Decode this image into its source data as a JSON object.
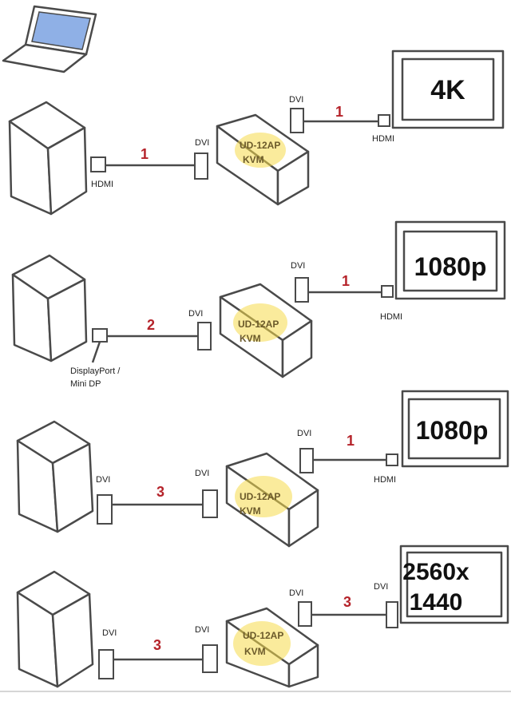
{
  "rows": [
    {
      "pc_port_label": "HDMI",
      "pc_port_label_line2": "",
      "kvm_in_label": "DVI",
      "cable_in_number": "1",
      "kvm_out_label": "DVI",
      "cable_out_number": "1",
      "monitor_port_label": "HDMI",
      "monitor_resolution": "4K",
      "monitor_resolution_line2": "",
      "kvm_label_line1": "UD-12AP",
      "kvm_label_line2": "KVM"
    },
    {
      "pc_port_label": "DisplayPort /",
      "pc_port_label_line2": "Mini DP",
      "kvm_in_label": "DVI",
      "cable_in_number": "2",
      "kvm_out_label": "DVI",
      "cable_out_number": "1",
      "monitor_port_label": "HDMI",
      "monitor_resolution": "1080p",
      "monitor_resolution_line2": "",
      "kvm_label_line1": "UD-12AP",
      "kvm_label_line2": "KVM"
    },
    {
      "pc_port_label": "DVI",
      "pc_port_label_line2": "",
      "kvm_in_label": "DVI",
      "cable_in_number": "3",
      "kvm_out_label": "DVI",
      "cable_out_number": "1",
      "monitor_port_label": "HDMI",
      "monitor_resolution": "1080p",
      "monitor_resolution_line2": "",
      "kvm_label_line1": "UD-12AP",
      "kvm_label_line2": "KVM"
    },
    {
      "pc_port_label": "DVI",
      "pc_port_label_line2": "",
      "kvm_in_label": "DVI",
      "cable_in_number": "3",
      "kvm_out_label": "DVI",
      "cable_out_number": "3",
      "monitor_port_label": "DVI",
      "monitor_resolution": "2560x",
      "monitor_resolution_line2": "1440",
      "kvm_label_line1": "UD-12AP",
      "kvm_label_line2": "KVM"
    }
  ],
  "colors": {
    "line": "#4a4a4a",
    "cable_number": "#b5232a",
    "highlight": "#f6da4a",
    "laptop_screen": "#8fb0e6"
  },
  "icons": [
    "laptop-icon",
    "desktop-tower-icon",
    "kvm-switch-icon",
    "monitor-icon"
  ]
}
